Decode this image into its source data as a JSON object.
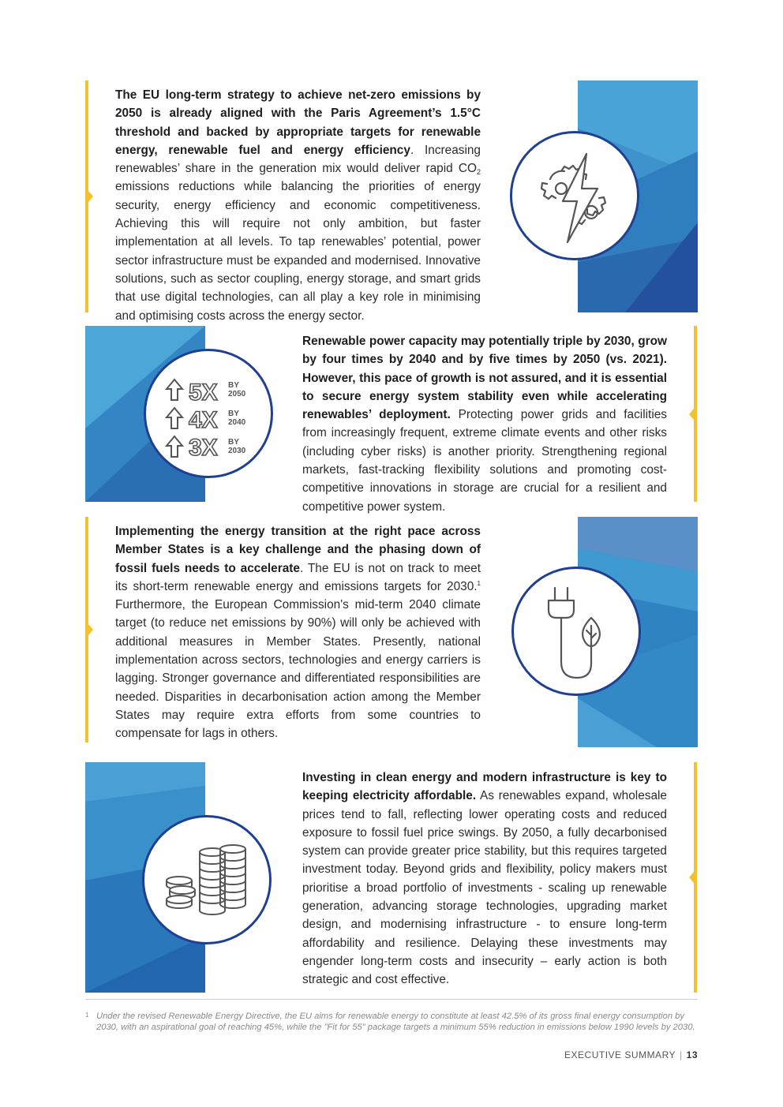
{
  "sections": [
    {
      "bold": "The EU long-term strategy to achieve net-zero emissions by 2050 is already aligned with the Paris Agreement’s 1.5°C threshold and backed by appropriate targets for renewable energy, renewable fuel and energy efficiency",
      "text_a": ". Increasing renewables’ share in the generation mix would deliver rapid CO",
      "sub": "2",
      "text_b": " emissions reductions while balancing the priorities of energy security, energy efficiency and economic competitiveness. Achieving this will require not only ambition, but faster implementation at all levels. To tap renewables’ potential, power sector infrastructure must be expanded and modernised. Innovative solutions, such as sector coupling, energy storage, and smart grids that use digital technologies, can all play a key role in minimising and optimising costs across the energy sector.",
      "icon": "lightning-gears-icon"
    },
    {
      "bold": "Renewable power capacity may potentially triple by 2030, grow by four times by 2040 and by five times by 2050 (vs. 2021). However, this pace of growth is not assured, and it is essential to secure energy system stability even while accelerating renewables’ deployment.",
      "text": " Protecting power grids and facilities from increasingly frequent, extreme climate events and other risks (including cyber risks) is another priority. Strengthening regional markets, fast-tracking flexibility solutions and promoting cost-competitive innovations in storage are crucial for a resilient and competitive power system.",
      "icon": "growth-multiplier-icon",
      "multipliers": [
        {
          "mult": "5X",
          "by": "BY",
          "year": "2050"
        },
        {
          "mult": "4X",
          "by": "BY",
          "year": "2040"
        },
        {
          "mult": "3X",
          "by": "BY",
          "year": "2030"
        }
      ]
    },
    {
      "bold": "Implementing the energy transition at the right pace across Member States is a key challenge and the phasing down of fossil fuels needs to accelerate",
      "text_a": ". The EU is not on track to meet its short-term renewable energy and emissions targets for 2030.",
      "sup": "1",
      "text_b": " Furthermore, the European Commission's mid-term 2040 climate target (to reduce net emissions by 90%) will only be achieved with additional measures in Member States. Presently, national implementation across sectors, technologies and energy carriers is lagging. Stronger governance and differentiated responsibilities are needed. Disparities in decarbonisation action among the Member States may require extra efforts from some countries to compensate for lags in others.",
      "icon": "plug-leaf-icon"
    },
    {
      "bold": "Investing in clean energy and modern infrastructure is key to keeping electricity affordable.",
      "text": " As renewables expand, wholesale prices tend to fall, reflecting lower operating costs and reduced exposure to fossil fuel price swings. By 2050, a fully decarbonised system can provide greater price stability, but this requires targeted investment today. Beyond grids and flexibility, policy makers must prioritise a broad portfolio of investments - scaling up renewable generation, advancing storage technologies, upgrading market design, and modernising infrastructure - to ensure long-term affordability and resilience. Delaying these investments may engender long-term costs and insecurity – early action is both strategic and cost effective.",
      "icon": "coin-stacks-icon"
    }
  ],
  "footnote": {
    "number": "1",
    "text": "Under the revised Renewable Energy Directive, the EU aims for renewable energy to constitute at least 42.5% of its gross final energy consumption by 2030, with an aspirational goal of reaching 45%, while the \"Fit for 55\" package targets a minimum 55% reduction in emissions below 1990 levels by 2030."
  },
  "page_footer": {
    "label": "EXECUTIVE SUMMARY",
    "separator": "|",
    "page_number": "13"
  },
  "colors": {
    "accent_yellow": "#f2c12e",
    "circle_border": "#1f3f91",
    "panel_blue_light": "#4a9fd1",
    "panel_blue_dark": "#1f5fa8"
  }
}
